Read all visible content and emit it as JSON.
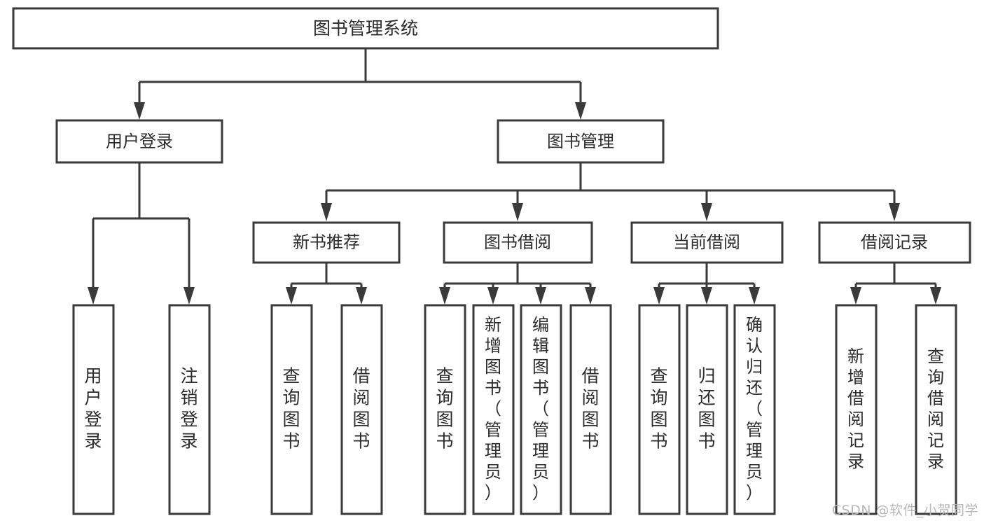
{
  "diagram": {
    "type": "tree",
    "title": "图书管理系统",
    "watermark": "CSDN @软件_小贺同学",
    "colors": {
      "stroke": "#3a3a3a",
      "text": "#2b2b2b",
      "background": "#ffffff",
      "watermark": "#b8b8b8"
    },
    "levels": {
      "root": {
        "label": "图书管理系统"
      },
      "level2": [
        {
          "label": "用户登录"
        },
        {
          "label": "图书管理"
        }
      ],
      "level3": [
        {
          "label": "新书推荐"
        },
        {
          "label": "图书借阅"
        },
        {
          "label": "当前借阅"
        },
        {
          "label": "借阅记录"
        }
      ],
      "leaves": {
        "user_login": [
          {
            "label": "用户登录"
          },
          {
            "label": "注销登录"
          }
        ],
        "new_book": [
          {
            "label": "查询图书"
          },
          {
            "label": "借阅图书"
          }
        ],
        "book_borrow": [
          {
            "label": "查询图书"
          },
          {
            "label": "新增图书（管理员）"
          },
          {
            "label": "编辑图书（管理员）"
          },
          {
            "label": "借阅图书"
          }
        ],
        "current_borrow": [
          {
            "label": "查询图书"
          },
          {
            "label": "归还图书"
          },
          {
            "label": "确认归还（管理员）"
          }
        ],
        "borrow_record": [
          {
            "label": "新增借阅记录"
          },
          {
            "label": "查询借阅记录"
          }
        ]
      }
    }
  }
}
